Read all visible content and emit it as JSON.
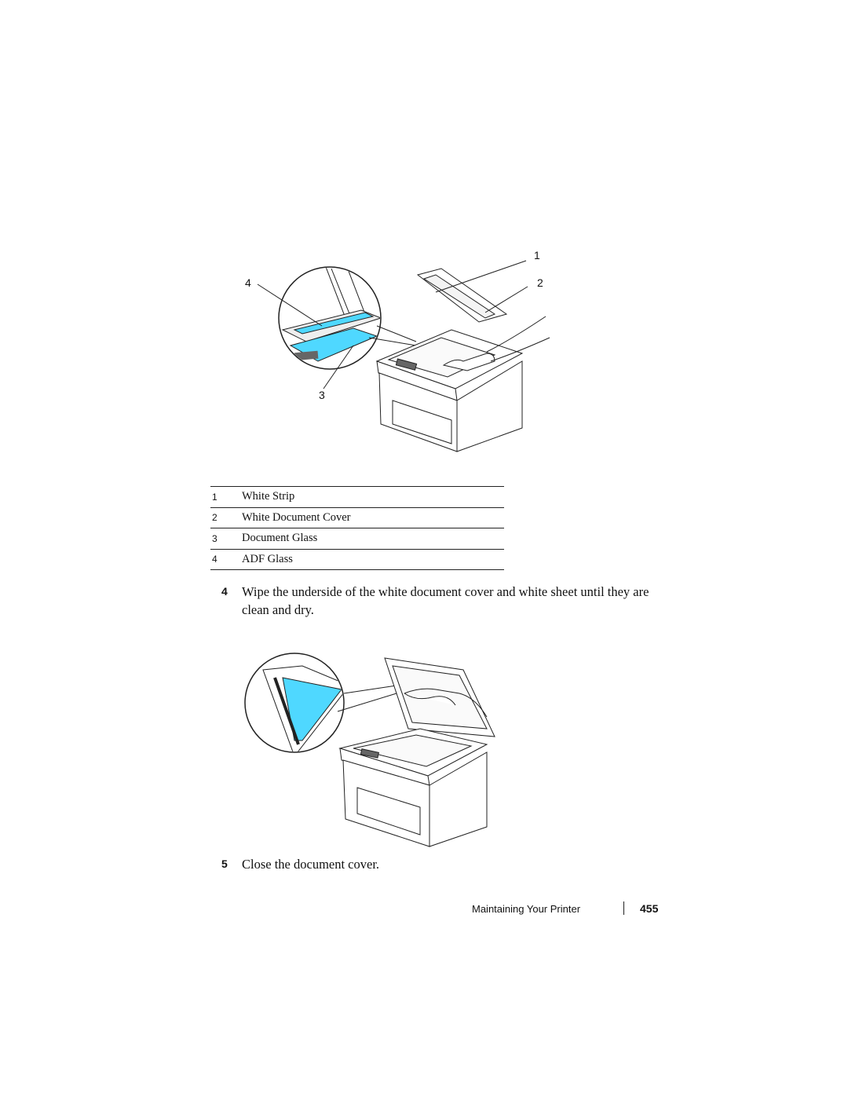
{
  "figure1": {
    "callouts": [
      "1",
      "2",
      "3",
      "4"
    ]
  },
  "legend": [
    {
      "num": "1",
      "label": "White Strip"
    },
    {
      "num": "2",
      "label": "White Document Cover"
    },
    {
      "num": "3",
      "label": "Document Glass"
    },
    {
      "num": "4",
      "label": "ADF Glass"
    }
  ],
  "steps": {
    "step4": {
      "num": "4",
      "text": "Wipe the underside of the white document cover and white sheet until they are clean and dry."
    },
    "step5": {
      "num": "5",
      "text": "Close the document cover."
    }
  },
  "footer": {
    "section": "Maintaining Your Printer",
    "page": "455"
  },
  "colors": {
    "highlight": "#4fd8ff",
    "line": "#222222"
  }
}
